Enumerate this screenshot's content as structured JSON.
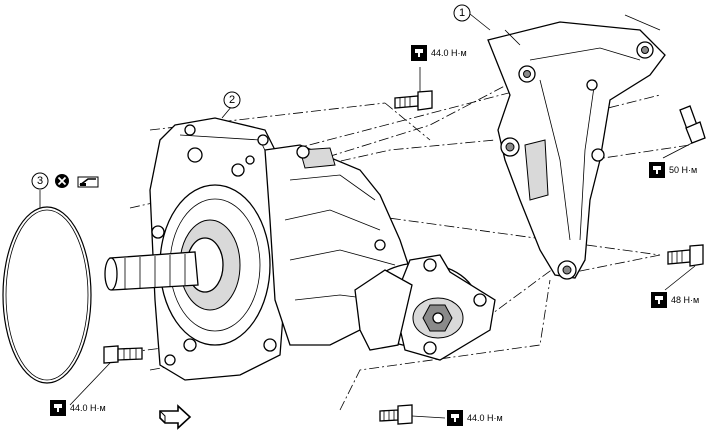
{
  "callouts": {
    "bracket": "1",
    "transfer": "2",
    "oring": "3"
  },
  "torques": {
    "t1": "44.0 Н·м",
    "t2": "50 Н·м",
    "t3": "48 Н·м",
    "t4": "44.0 Н·м",
    "t5": "44.0 Н·м"
  },
  "icons": {
    "torque": "torque-wrench-icon",
    "no_reuse": "do-not-reuse-icon",
    "oil": "apply-oil-icon",
    "front": "front-arrow-icon"
  }
}
